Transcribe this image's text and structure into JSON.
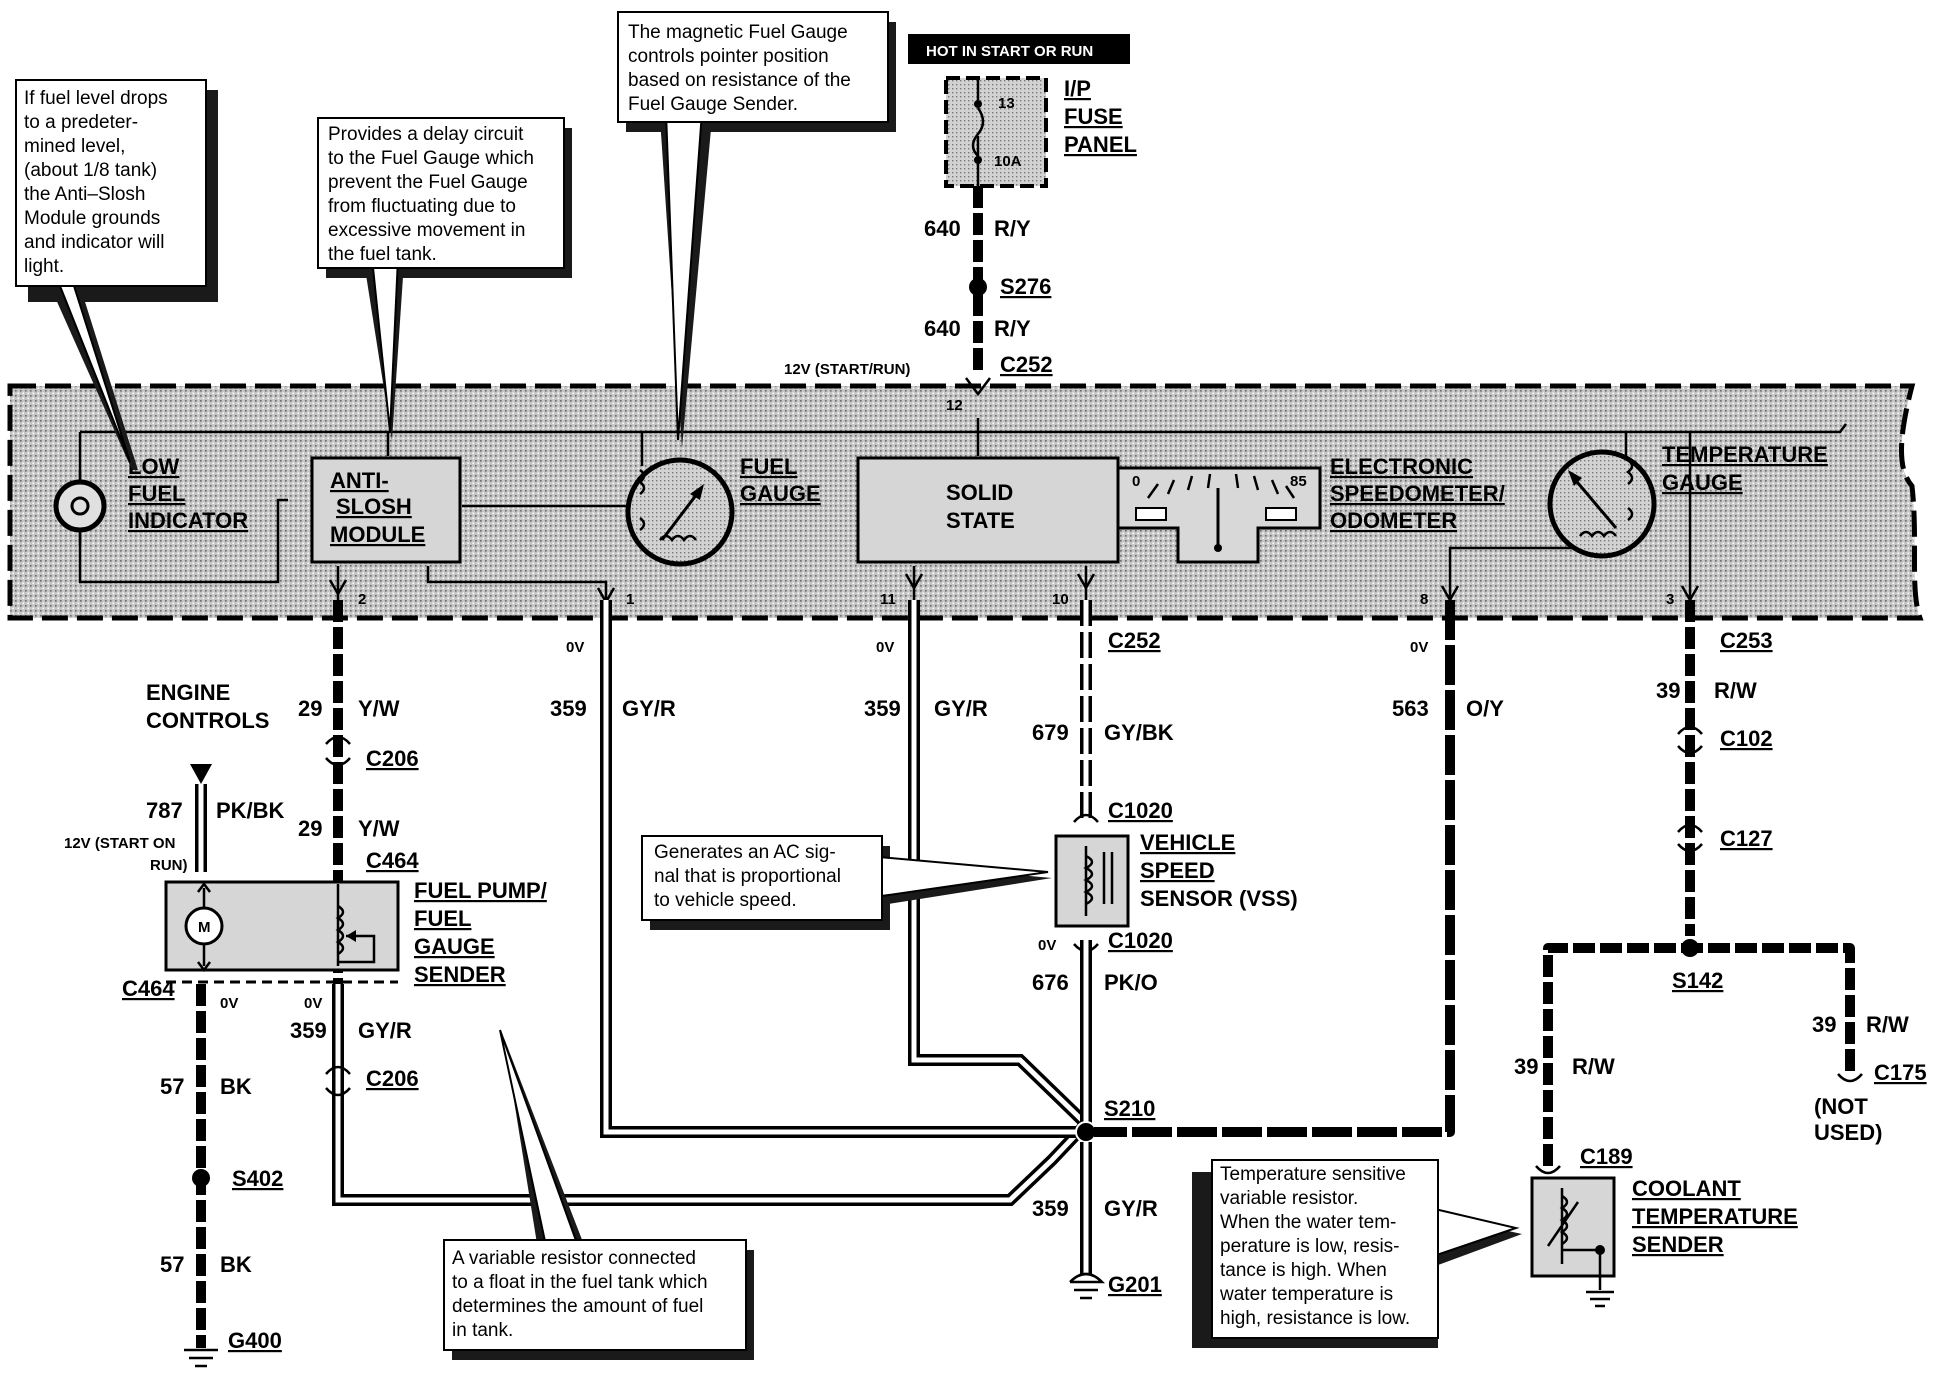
{
  "notes": {
    "low_fuel": [
      "If fuel level drops",
      "to  a  predeter-",
      "mined level,",
      "(about 1/8 tank)",
      "the   Anti–Slosh",
      "Module grounds",
      "and indicator will",
      "light."
    ],
    "anti_slosh": [
      "Provides a delay circuit",
      "to the Fuel Gauge which",
      "prevent the Fuel Gauge",
      "from fluctuating due to",
      "excessive movement in",
      "the fuel tank."
    ],
    "fuel_gauge": [
      "The magnetic Fuel Gauge",
      "controls pointer position",
      "based on resistance of the",
      "Fuel Gauge Sender."
    ],
    "vss": [
      "Generates an AC sig-",
      "nal that is proportional",
      "to vehicle speed."
    ],
    "sender": [
      "A variable resistor connected",
      "to a float in the fuel tank which",
      "determines the amount of fuel",
      "in tank."
    ],
    "coolant": [
      "Temperature sensitive",
      "variable          resistor.",
      "When the water tem-",
      "perature is low, resis-",
      "tance is high. When",
      "water temperature is",
      "high, resistance is low."
    ]
  },
  "power": {
    "hot_label": "HOT IN START OR RUN",
    "fuse_number": "13",
    "fuse_rating": "10A",
    "fuse_panel": [
      "I/P",
      "FUSE",
      "PANEL"
    ],
    "wire_640_num": "640",
    "wire_640_color": "R/Y",
    "splice_s276": "S276",
    "voltage_12v": "12V (START/RUN)",
    "c252_top": "C252",
    "pin_12": "12"
  },
  "cluster": {
    "low_fuel_indicator": [
      "LOW",
      "FUEL",
      "INDICATOR"
    ],
    "anti_slosh_module": [
      "ANTI-",
      "SLOSH",
      "MODULE"
    ],
    "fuel_gauge": [
      "FUEL",
      "GAUGE"
    ],
    "solid_state": [
      "SOLID",
      "STATE"
    ],
    "speedo_min": "0",
    "speedo_max": "85",
    "speedometer": [
      "ELECTRONIC",
      "SPEEDOMETER/",
      "ODOMETER"
    ],
    "temperature_gauge": [
      "TEMPERATURE",
      "GAUGE"
    ],
    "pins": [
      "2",
      "1",
      "11",
      "10",
      "8",
      "3"
    ]
  },
  "circuits": {
    "engine_controls": [
      "ENGINE",
      "CONTROLS"
    ],
    "w29_num": "29",
    "w29_color": "Y/W",
    "c206": "C206",
    "w787_num": "787",
    "w787_color": "PK/BK",
    "v12_start_run": [
      "12V (START ON",
      "RUN)"
    ],
    "c464": "C464",
    "fuel_pump": [
      "FUEL PUMP/",
      "FUEL",
      "GAUGE",
      "SENDER"
    ],
    "motor": "M",
    "zero_v": "0V",
    "w57_num": "57",
    "w57_color": "BK",
    "s402": "S402",
    "g400": "G400",
    "w359_num": "359",
    "w359_color": "GY/R",
    "c252_bottom": "C252",
    "w679_num": "679",
    "w679_color": "GY/BK",
    "c1020": "C1020",
    "vss": [
      "VEHICLE",
      "SPEED",
      "SENSOR (VSS)"
    ],
    "w676_num": "676",
    "w676_color": "PK/O",
    "s210": "S210",
    "g201": "G201",
    "w563_num": "563",
    "w563_color": "O/Y",
    "c253": "C253",
    "w39_num": "39",
    "w39_color": "R/W",
    "c102": "C102",
    "c127": "C127",
    "s142": "S142",
    "c175": "C175",
    "not_used": [
      "(NOT",
      "USED)"
    ],
    "c189": "C189",
    "coolant_sender": [
      "COOLANT",
      "TEMPERATURE",
      "SENDER"
    ]
  }
}
